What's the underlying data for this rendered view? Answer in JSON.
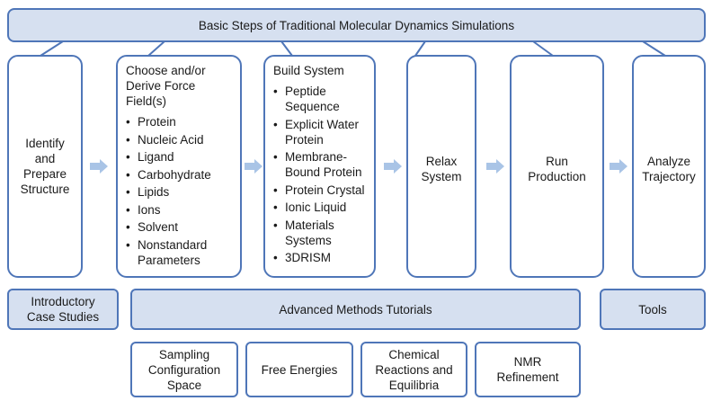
{
  "title": "Basic Steps of Traditional Molecular Dynamics Simulations",
  "steps": {
    "identify": "Identify and Prepare Structure",
    "forcefield": {
      "title": "Choose and/or Derive Force Field(s)",
      "items": [
        "Protein",
        "Nucleic Acid",
        "Ligand",
        "Carbohydrate",
        "Lipids",
        "Ions",
        "Solvent",
        "Nonstandard Parameters"
      ]
    },
    "build": {
      "title": "Build System",
      "items": [
        "Peptide Sequence",
        "Explicit Water Protein",
        "Membrane-Bound Protein",
        "Protein Crystal",
        "Ionic Liquid",
        "Materials Systems",
        "3DRISM"
      ]
    },
    "relax": "Relax System",
    "run": "Run Production",
    "analyze": "Analyze Trajectory"
  },
  "bottom": {
    "introductory": "Introductory Case Studies",
    "advanced": "Advanced Methods Tutorials",
    "tools": "Tools"
  },
  "advanced_sub": {
    "sampling": "Sampling Configuration Space",
    "free_energies": "Free Energies",
    "chemical": "Chemical Reactions and Equilibria",
    "nmr": "NMR Refinement"
  },
  "colors": {
    "border": "#4f76b8",
    "fill": "#d6e0f0",
    "arrow": "#a9c4e6"
  }
}
